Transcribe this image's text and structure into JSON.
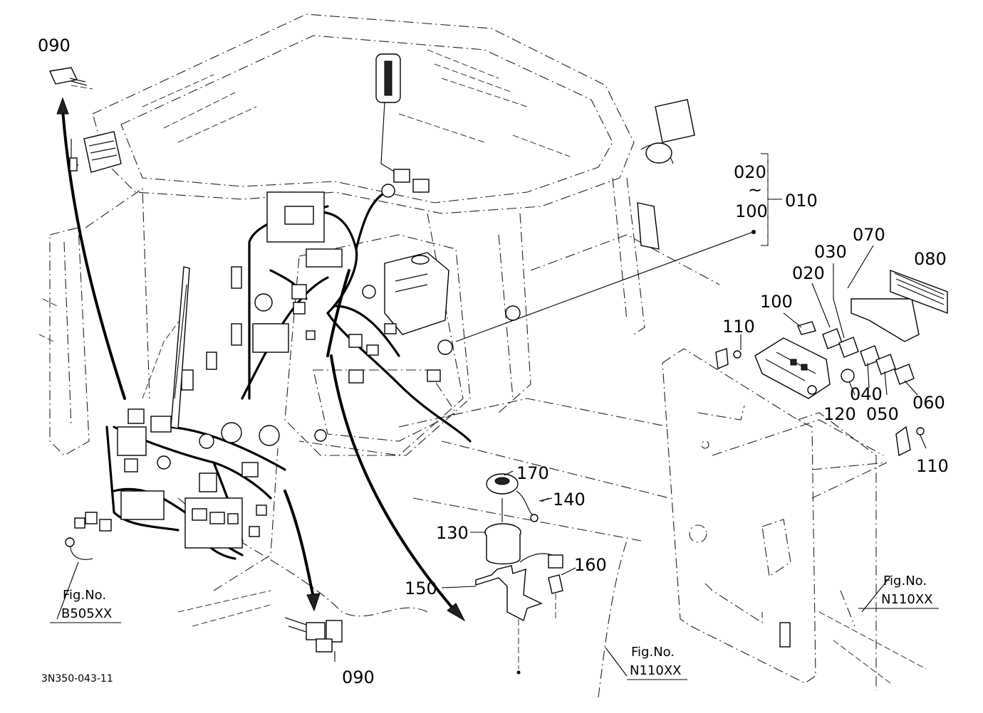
{
  "labels": {
    "p090_top": "090",
    "p090_bottom": "090",
    "p020_range": "020",
    "tilde": "~",
    "p100_range": "100",
    "p010": "010",
    "p070": "070",
    "p030": "030",
    "p080": "080",
    "p020": "020",
    "p100": "100",
    "p110_a": "110",
    "p110_b": "110",
    "p040": "040",
    "p050": "050",
    "p060": "060",
    "p120": "120",
    "p170": "170",
    "p140": "140",
    "p130": "130",
    "p160": "160",
    "p150": "150"
  },
  "refs": {
    "b505": {
      "line1": "Fig.No.",
      "line2": "B505XX"
    },
    "n110_center": {
      "line1": "Fig.No.",
      "line2": "N110XX"
    },
    "n110_right": {
      "line1": "Fig.No.",
      "line2": "N110XX"
    }
  },
  "diagram_code": "3N350-043-11"
}
